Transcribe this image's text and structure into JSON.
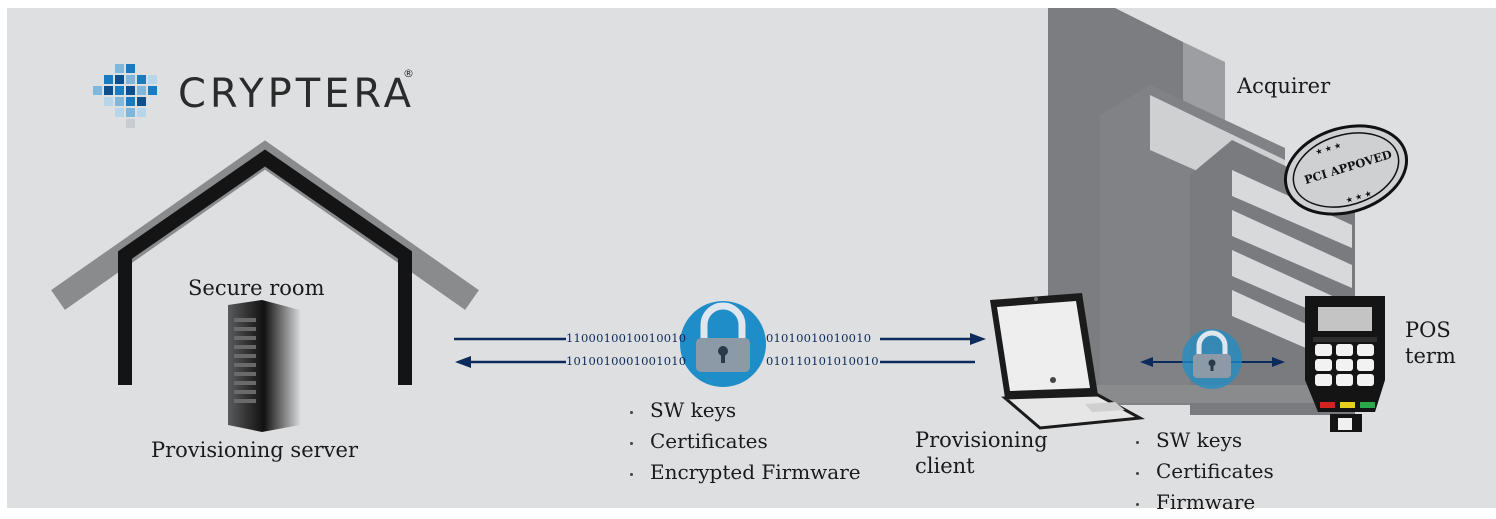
{
  "logo": {
    "name": "CRYPTERA",
    "registered_mark": "®"
  },
  "labels": {
    "secure_room": "Secure room",
    "provisioning_server": "Provisioning server",
    "acquirer": "Acquirer",
    "pos_line1": "POS",
    "pos_line2": "term",
    "client_line1": "Provisioning",
    "client_line2": "client"
  },
  "stamp": {
    "text": "PCI APPOVED"
  },
  "binary": {
    "top_left": "1100010010010010",
    "bottom_left": "1010010001001010",
    "top_right": "01010010010010",
    "bottom_right": "010110101010010"
  },
  "server_bullets": [
    "SW keys",
    "Certificates",
    "Encrypted Firmware"
  ],
  "pos_bullets": [
    "SW keys",
    "Certificates",
    "Firmware"
  ],
  "colors": {
    "background_panel": "#dedfe0",
    "house": "#8a8b8d",
    "house_inner": "#141414",
    "building": "#7c7d80",
    "arrow": "#0d2a5c",
    "lock_circle": "#1f8dc7",
    "lock_body": "#8c9aa8",
    "logo_blue": "#1a7cc0",
    "logo_light": "#7fb8dc"
  },
  "icons": [
    "cryptera-logo-icon",
    "house-icon",
    "server-icon",
    "building-icon",
    "pci-stamp-icon",
    "lock-icon",
    "laptop-icon",
    "pos-terminal-icon"
  ]
}
